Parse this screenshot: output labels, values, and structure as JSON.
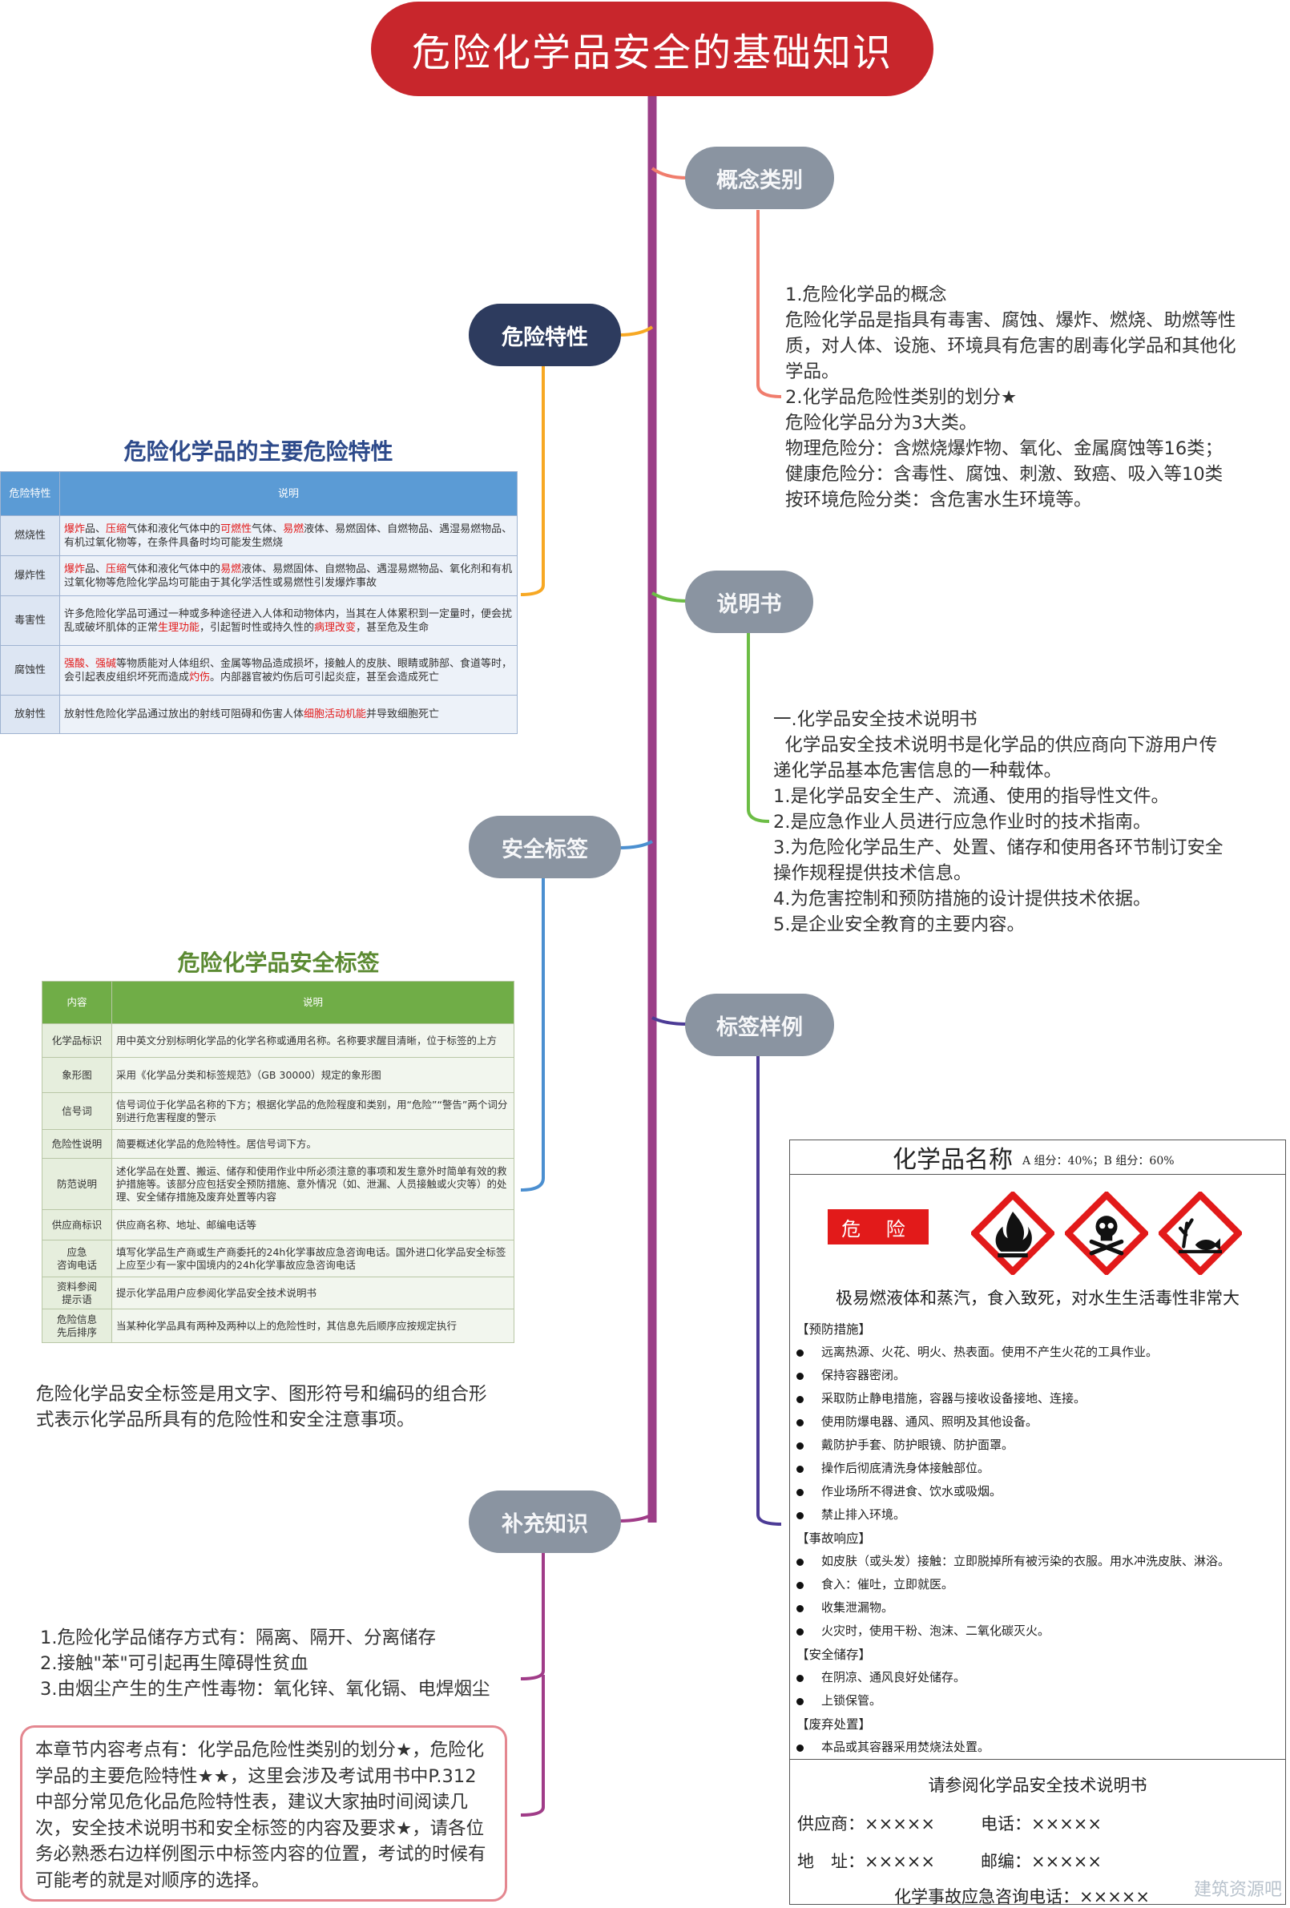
{
  "title": "危险化学品安全的基础知识",
  "nodes": {
    "concept": "概念类别",
    "danger": "危险特性",
    "sds": "说明书",
    "safety_label": "安全标签",
    "label_sample": "标签样例",
    "supplement": "补充知识"
  },
  "colors": {
    "title_red": "#c8262c",
    "trunk": "#9b3e87",
    "concept_line": "#f07d6d",
    "danger_line": "#f7a823",
    "sds_line": "#6cbd45",
    "label_line": "#4b8fd0",
    "sample_line": "#4c3b96",
    "supplement_line": "#a03c88"
  },
  "concept_text": [
    "1.危险化学品的概念",
    "危险化学品是指具有毒害、腐蚀、爆炸、燃烧、助燃等性",
    "质，对人体、设施、环境具有危害的剧毒化学品和其他化",
    "学品。",
    "2.化学品危险性类别的划分★",
    "危险化学品分为3大类。",
    "物理危险分：含燃烧爆炸物、氧化、金属腐蚀等16类；",
    "健康危险分：含毒性、腐蚀、刺激、致癌、吸入等10类",
    "按环境危险分类：含危害水生环境等。"
  ],
  "hazard_table": {
    "caption": "危险化学品的主要危险特性",
    "headers": [
      "危险特性",
      "说明"
    ],
    "rows": [
      {
        "k": "燃烧性",
        "v": [
          "<r>爆炸</r>品、<r>压缩</r>气体和液化气体中的<r>可燃性</r>气体、<r>易燃</r>液体、易燃固体、自燃物品、遇湿易燃物品、有机过氧化物等，在条件具备时均可能发生燃烧"
        ]
      },
      {
        "k": "爆炸性",
        "v": [
          "<r>爆炸</r>品、<r>压缩</r>气体和液化气体中的<r>易燃</r>液体、易燃固体、自燃物品、遇湿易燃物品、氧化剂和有机过氧化物等危险化学品均可能由于其化学活性或易燃性引发爆炸事故"
        ]
      },
      {
        "k": "毒害性",
        "v": [
          "许多危险化学品可通过一种或多种途径进入人体和动物体内，当其在人体累积到一定量时，便会扰乱或破坏肌体的正常<r>生理功能</r>，引起暂时性或持久性的<r>病理改变</r>，甚至危及生命"
        ]
      },
      {
        "k": "腐蚀性",
        "v": [
          "<r>强酸、强碱</r>等物质能对人体组织、金属等物品造成损坏，接触人的皮肤、眼睛或肺部、食道等时，会引起表皮组织坏死而造成<r>灼伤</r>。内部器官被灼伤后可引起炎症，甚至会造成死亡"
        ]
      },
      {
        "k": "放射性",
        "v": [
          "放射性危险化学品通过放出的射线可阻碍和伤害人体<r>细胞活动机能</r>并导致细胞死亡"
        ]
      }
    ]
  },
  "sds_text": [
    "一.化学品安全技术说明书",
    "  化学品安全技术说明书是化学品的供应商向下游用户传",
    "递化学品基本危害信息的一种载体。",
    "1.是化学品安全生产、流通、使用的指导性文件。",
    "2.是应急作业人员进行应急作业时的技术指南。",
    "3.为危险化学品生产、处置、储存和使用各环节制订安全",
    "操作规程提供技术信息。",
    "4.为危害控制和预防措施的设计提供技术依据。",
    "5.是企业安全教育的主要内容。"
  ],
  "label_table": {
    "caption": "危险化学品安全标签",
    "headers": [
      "内容",
      "说明"
    ],
    "rows": [
      {
        "k": "化学品标识",
        "v": "用中英文分别标明化学品的化学名称或通用名称。名称要求醒目清晰，位于标签的上方"
      },
      {
        "k": "象形图",
        "v": "采用《化学品分类和标签规范》（GB 30000）规定的象形图"
      },
      {
        "k": "信号词",
        "v": "信号词位于化学品名称的下方；根据化学品的危险程度和类别，用“危险”“警告”两个词分别进行危害程度的警示"
      },
      {
        "k": "危险性说明",
        "v": "简要概述化学品的危险特性。居信号词下方。"
      },
      {
        "k": "防范说明",
        "v": "述化学品在处置、搬运、储存和使用作业中所必须注意的事项和发生意外时简单有效的救护措施等。该部分应包括安全预防措施、意外情况（如、泄漏、人员接触或火灾等）的处理、安全储存措施及废弃处置等内容"
      },
      {
        "k": "供应商标识",
        "v": "供应商名称、地址、邮编电话等"
      },
      {
        "k": "应急\n咨询电话",
        "v": "填写化学品生产商或生产商委托的24h化学事故应急咨询电话。国外进口化学品安全标签上应至少有一家中国境内的24h化学事故应急咨询电话"
      },
      {
        "k": "资料参阅\n提示语",
        "v": "提示化学品用户应参阅化学品安全技术说明书"
      },
      {
        "k": "危险信息\n先后排序",
        "v": "当某种化学品具有两种及两种以上的危险性时，其信息先后顺序应按规定执行"
      }
    ]
  },
  "label_desc": [
    "危险化学品安全标签是用文字、图形符号和编码的组合形",
    "式表示化学品所具有的危险性和安全注意事项。"
  ],
  "supplement_text": [
    "1.危险化学品储存方式有：隔离、隔开、分离储存",
    "2.接触\"苯\"可引起再生障碍性贫血",
    "3.由烟尘产生的生产性毒物：氧化锌、氧化镉、电焊烟尘"
  ],
  "note_text": "本章节内容考点有：化学品危险性类别的划分★，危险化学品的主要危险特性★★，这里会涉及考试用书中P.312中部分常见危化品危险特性表，建议大家抽时间阅读几次，安全技术说明书和安全标签的内容及要求★，请各位务必熟悉右边样例图示中标签内容的位置，考试的时候有可能考的就是对顺序的选择。",
  "sample": {
    "name": "化学品名称",
    "composition": "A 组分：40%；B 组分：60%",
    "signal": "危 险",
    "pictograms": [
      "flame-icon",
      "skull-crossbones-icon",
      "environment-icon"
    ],
    "hazard_statement": "极易燃液体和蒸汽，食入致死，对水生生活毒性非常大",
    "sections": [
      {
        "title": "【预防措施】",
        "items": [
          "远离热源、火花、明火、热表面。使用不产生火花的工具作业。",
          "保持容器密闭。",
          "采取防止静电措施，容器与接收设备接地、连接。",
          "使用防爆电器、通风、照明及其他设备。",
          "戴防护手套、防护眼镜、防护面罩。",
          "操作后彻底清洗身体接触部位。",
          "作业场所不得进食、饮水或吸烟。",
          "禁止排入环境。"
        ]
      },
      {
        "title": "【事故响应】",
        "items": [
          "如皮肤（或头发）接触：立即脱掉所有被污染的衣服。用水冲洗皮肤、淋浴。",
          "食入：催吐，立即就医。",
          "收集泄漏物。",
          "火灾时，使用干粉、泡沫、二氧化碳灭火。"
        ]
      },
      {
        "title": "【安全储存】",
        "items": [
          "在阴凉、通风良好处储存。",
          "上锁保管。"
        ]
      },
      {
        "title": "【废弃处置】",
        "items": [
          "本品或其容器采用焚烧法处置。"
        ]
      }
    ],
    "footer": {
      "reference": "请参阅化学品安全技术说明书",
      "supplier_label": "供应商：×××××",
      "phone_label": "电话：×××××",
      "address_label": "地　址：×××××",
      "postcode_label": "邮编：×××××",
      "emergency_label": "化学事故应急咨询电话：×××××"
    }
  },
  "watermark": "建筑资源吧"
}
